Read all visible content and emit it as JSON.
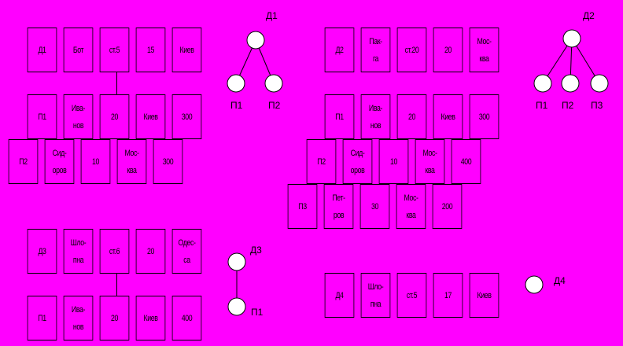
{
  "records": {
    "d1": [
      "Д1",
      "Бот",
      "ст.5",
      "15",
      "Киев"
    ],
    "d1_p1": [
      "П1",
      "Ива-\nнов",
      "20",
      "Киев",
      "300"
    ],
    "d1_p2": [
      "П2",
      "Сид-\nоров",
      "10",
      "Мос-\nква",
      "300"
    ],
    "d2": [
      "Д2",
      "Пак-\nга",
      "ст.20",
      "20",
      "Мос-\nква"
    ],
    "d2_p1": [
      "П1",
      "Ива-\nнов",
      "20",
      "Киев",
      "300"
    ],
    "d2_p2": [
      "П2",
      "Сид-\nоров",
      "10",
      "Мос-\nква",
      "400"
    ],
    "d2_p3": [
      "П3",
      "Пет-\nров",
      "30",
      "Мос-\nква",
      "200"
    ],
    "d3": [
      "Д3",
      "Шло-\nпна",
      "ст.6",
      "20",
      "Одес-\nса"
    ],
    "d3_p1": [
      "П1",
      "Ива-\nнов",
      "20",
      "Киев",
      "400"
    ],
    "d4": [
      "Д4",
      "Шло-\nпна",
      "ст.5",
      "17",
      "Киев"
    ]
  },
  "trees": {
    "t1": {
      "root": "Д1",
      "children": [
        "П1",
        "П2"
      ]
    },
    "t2": {
      "root": "Д2",
      "children": [
        "П1",
        "П2",
        "П3"
      ]
    },
    "t3": {
      "root": "Д3",
      "children": [
        "П1"
      ]
    },
    "t4": {
      "root": "Д4",
      "children": []
    }
  }
}
